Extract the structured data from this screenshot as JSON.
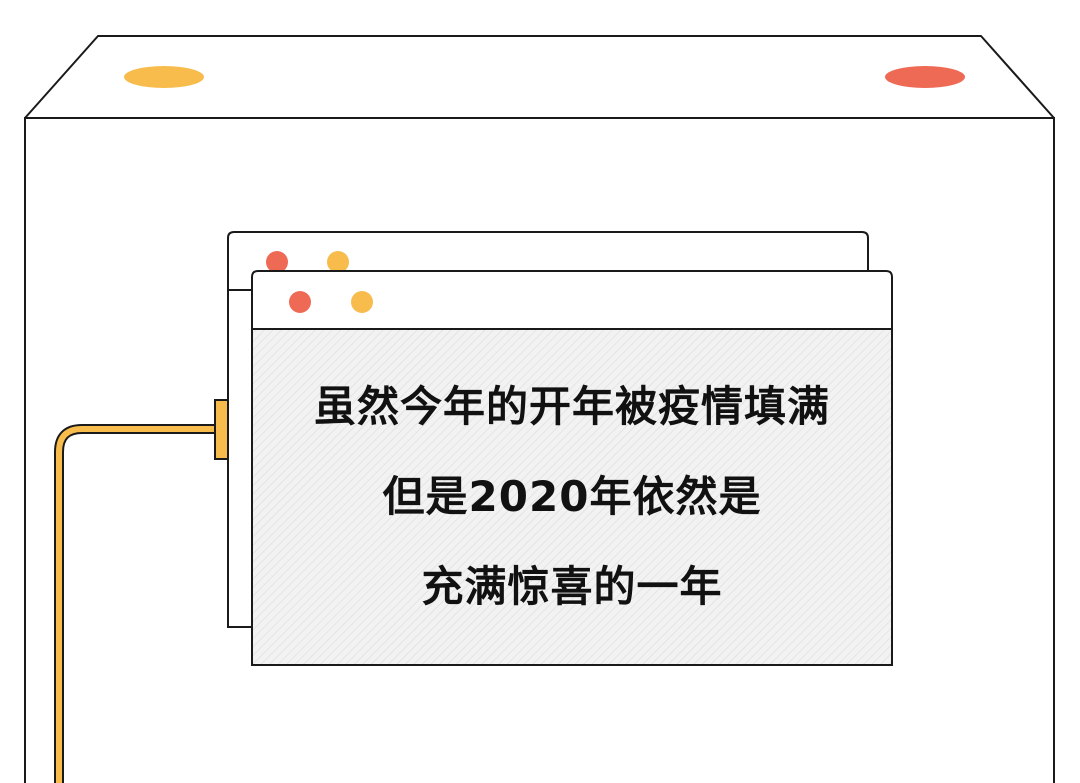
{
  "colors": {
    "outline": "#1a1a1a",
    "yellow": "#f7bc4c",
    "red": "#ef6a55",
    "panel_fill": "#f2f2f2",
    "hatch": "#dcdcdc",
    "background": "#ffffff"
  },
  "message": {
    "line1": "虽然今年的开年被疫情填满",
    "line2": "但是2020年依然是",
    "line3": "充满惊喜的一年"
  },
  "icons": {
    "lid_left_light": "yellow-oval",
    "lid_right_light": "red-oval",
    "back_window_dots": [
      "red-dot",
      "yellow-dot"
    ],
    "front_window_dots": [
      "red-dot",
      "yellow-dot"
    ],
    "cable": "yellow-cable"
  }
}
